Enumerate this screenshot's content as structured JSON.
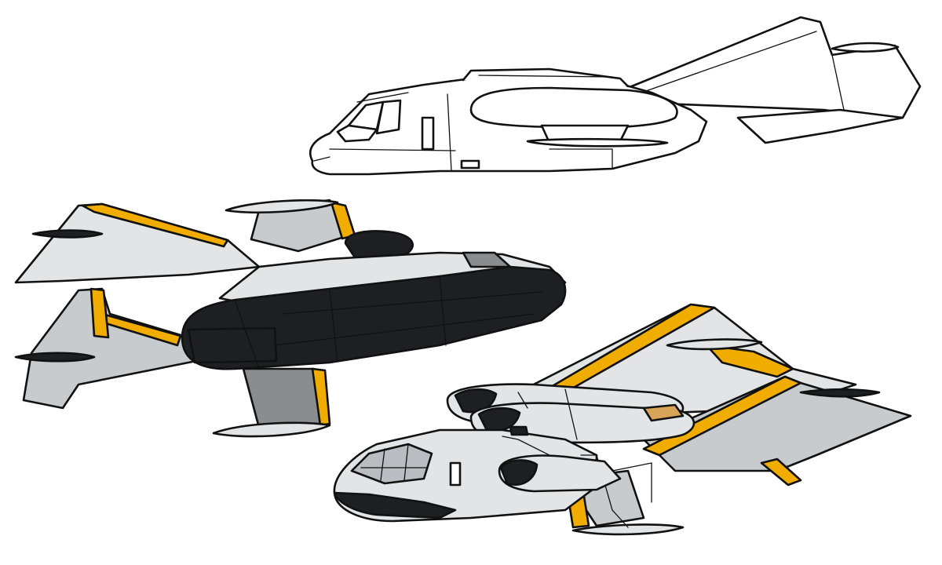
{
  "canvas": {
    "background": "#ffffff"
  },
  "palette": {
    "ink": "#111111",
    "hull_light": "#e2e4e6",
    "hull_mid": "#c8cbce",
    "hull_shadow": "#8a8d90",
    "hull_dark": "#1e1f22",
    "hull_dark_edge": "#3a3c40",
    "accent_yellow": "#f0ad00",
    "accent_yellow_shade": "#c98a00",
    "accent_red": "#d81e1e",
    "canopy": "#b9bcc0",
    "window_tint": "#d9a35a"
  },
  "subjects": [
    {
      "name": "line-art-spacecraft-side-view",
      "style": "uncolored line art"
    },
    {
      "name": "black-livery-spacecraft-rear-view",
      "style": "colored, dark hull with yellow wing accents"
    },
    {
      "name": "white-livery-spacecraft-front-view",
      "style": "colored, white hull with yellow and red accents"
    }
  ]
}
